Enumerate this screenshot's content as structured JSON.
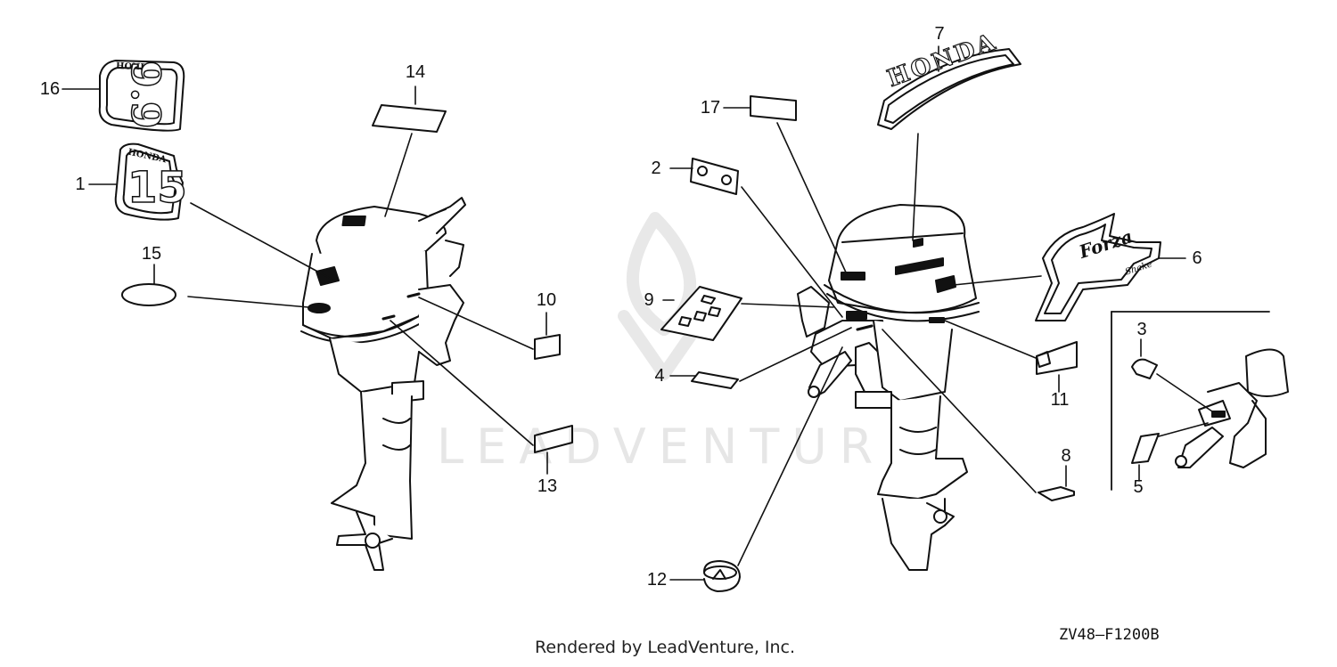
{
  "diagram": {
    "watermark_text": "LEADVENTURE",
    "drawing_code": "ZV48—F1200B",
    "credit": "Rendered by LeadVenture, Inc.",
    "decals": {
      "honda_top_small": "HONDA",
      "honda_top_small_2": "HONDA",
      "model_99": "9.9",
      "model_15": "15",
      "honda_arc": "HONDA",
      "forza_script": "Forza",
      "forza_sub": "Shake"
    },
    "callouts": [
      {
        "id": "1",
        "label": "1"
      },
      {
        "id": "2",
        "label": "2"
      },
      {
        "id": "3",
        "label": "3"
      },
      {
        "id": "4",
        "label": "4"
      },
      {
        "id": "5",
        "label": "5"
      },
      {
        "id": "6",
        "label": "6"
      },
      {
        "id": "7",
        "label": "7"
      },
      {
        "id": "8",
        "label": "8"
      },
      {
        "id": "9",
        "label": "9"
      },
      {
        "id": "10",
        "label": "10"
      },
      {
        "id": "11",
        "label": "11"
      },
      {
        "id": "12",
        "label": "12"
      },
      {
        "id": "13",
        "label": "13"
      },
      {
        "id": "14",
        "label": "14"
      },
      {
        "id": "15",
        "label": "15"
      },
      {
        "id": "16",
        "label": "16"
      },
      {
        "id": "17",
        "label": "17"
      }
    ],
    "colors": {
      "line": "#111111",
      "watermark": "#e6e6e6"
    }
  }
}
